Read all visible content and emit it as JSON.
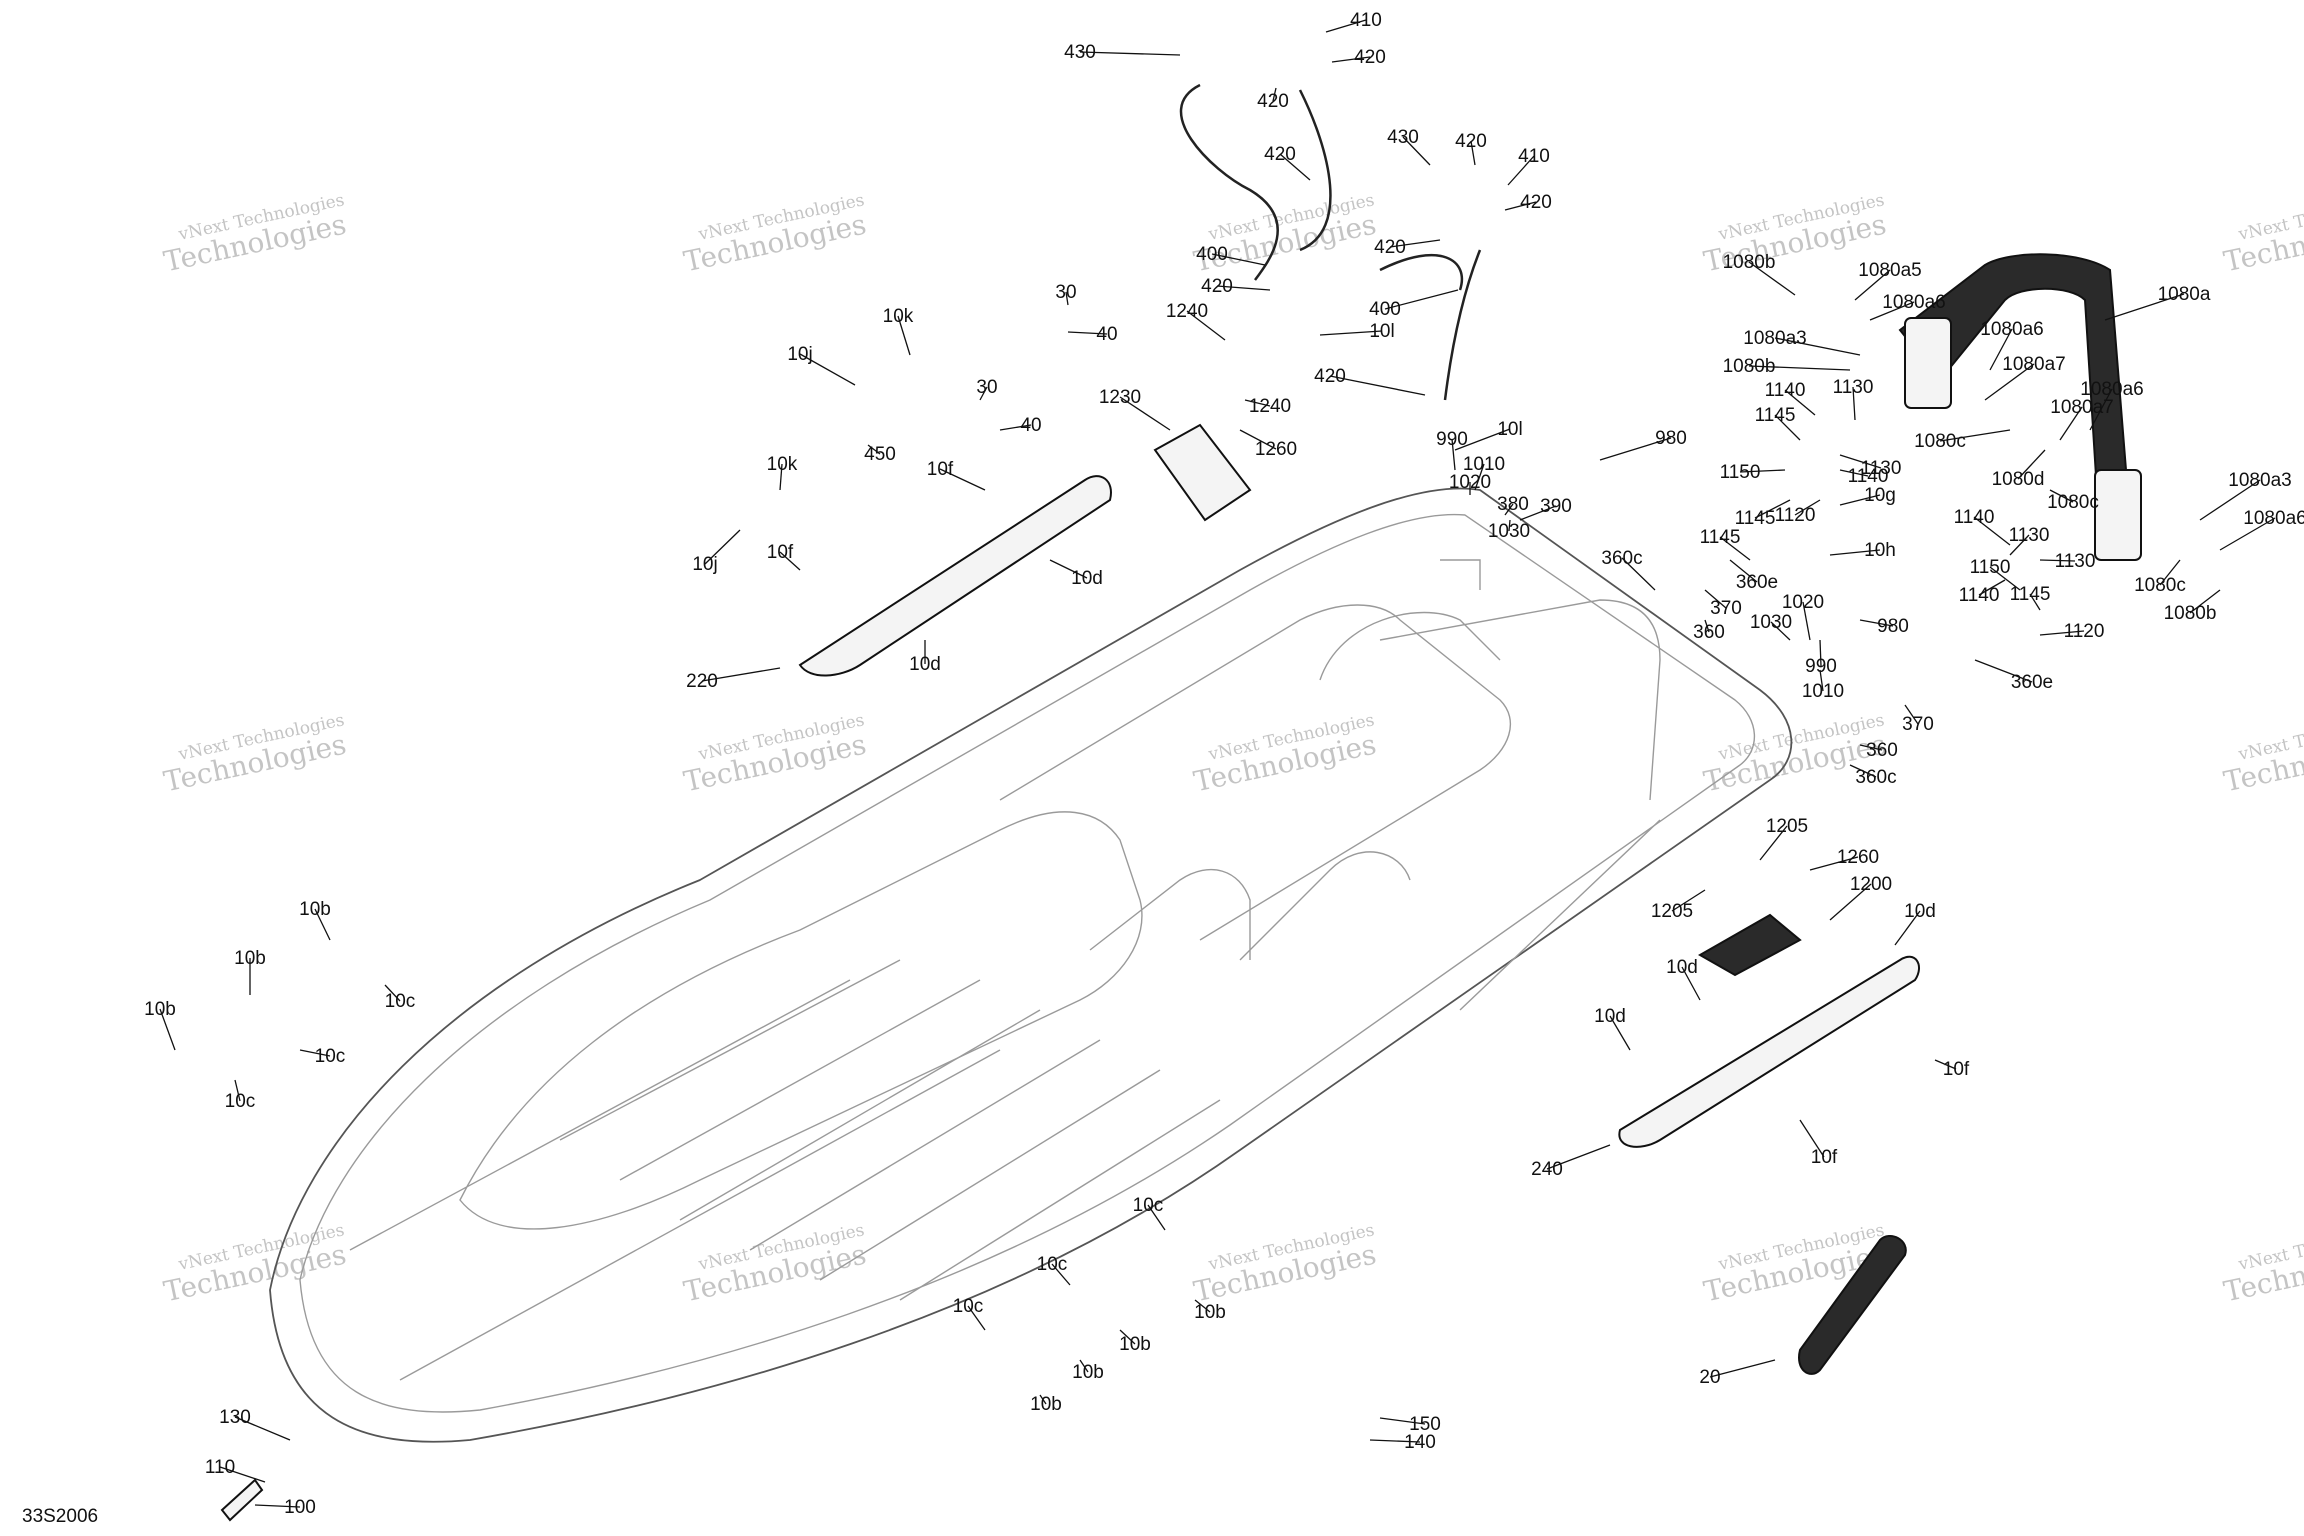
{
  "diagram_id": "33S2006",
  "watermark": {
    "line1": "vNext Technologies",
    "line2": "Technologies"
  },
  "callouts": [
    {
      "label": "430"
    },
    {
      "label": "410"
    },
    {
      "label": "420"
    },
    {
      "label": "420"
    },
    {
      "label": "420"
    },
    {
      "label": "430"
    },
    {
      "label": "420"
    },
    {
      "label": "410"
    },
    {
      "label": "420"
    },
    {
      "label": "420"
    },
    {
      "label": "400"
    },
    {
      "label": "420"
    },
    {
      "label": "400"
    },
    {
      "label": "10l"
    },
    {
      "label": "420"
    },
    {
      "label": "10l"
    },
    {
      "label": "1240"
    },
    {
      "label": "1240"
    },
    {
      "label": "1230"
    },
    {
      "label": "1260"
    },
    {
      "label": "30"
    },
    {
      "label": "40"
    },
    {
      "label": "30"
    },
    {
      "label": "40"
    },
    {
      "label": "10k"
    },
    {
      "label": "10j"
    },
    {
      "label": "450"
    },
    {
      "label": "10k"
    },
    {
      "label": "10j"
    },
    {
      "label": "10f"
    },
    {
      "label": "10f"
    },
    {
      "label": "10d"
    },
    {
      "label": "10d"
    },
    {
      "label": "220"
    },
    {
      "label": "980"
    },
    {
      "label": "990"
    },
    {
      "label": "1010"
    },
    {
      "label": "1020"
    },
    {
      "label": "380"
    },
    {
      "label": "390"
    },
    {
      "label": "1030"
    },
    {
      "label": "360c"
    },
    {
      "label": "360e"
    },
    {
      "label": "370"
    },
    {
      "label": "360"
    },
    {
      "label": "1030"
    },
    {
      "label": "1020"
    },
    {
      "label": "990"
    },
    {
      "label": "980"
    },
    {
      "label": "1010"
    },
    {
      "label": "360e"
    },
    {
      "label": "370"
    },
    {
      "label": "360"
    },
    {
      "label": "360c"
    },
    {
      "label": "1080b"
    },
    {
      "label": "1080a5"
    },
    {
      "label": "1080a6"
    },
    {
      "label": "1080a3"
    },
    {
      "label": "1080b"
    },
    {
      "label": "1080a"
    },
    {
      "label": "1080a6"
    },
    {
      "label": "1080a7"
    },
    {
      "label": "1080a6"
    },
    {
      "label": "1080a7"
    },
    {
      "label": "1080c"
    },
    {
      "label": "1080d"
    },
    {
      "label": "1080c"
    },
    {
      "label": "1080a3"
    },
    {
      "label": "1080a6"
    },
    {
      "label": "1080c"
    },
    {
      "label": "1080b"
    },
    {
      "label": "1140"
    },
    {
      "label": "1130"
    },
    {
      "label": "1145"
    },
    {
      "label": "1130"
    },
    {
      "label": "1150"
    },
    {
      "label": "1140"
    },
    {
      "label": "1145"
    },
    {
      "label": "1120"
    },
    {
      "label": "10g"
    },
    {
      "label": "10h"
    },
    {
      "label": "1145"
    },
    {
      "label": "1140"
    },
    {
      "label": "1130"
    },
    {
      "label": "1130"
    },
    {
      "label": "1150"
    },
    {
      "label": "1140"
    },
    {
      "label": "1145"
    },
    {
      "label": "1120"
    },
    {
      "label": "1205"
    },
    {
      "label": "1260"
    },
    {
      "label": "1205"
    },
    {
      "label": "1200"
    },
    {
      "label": "10d"
    },
    {
      "label": "10d"
    },
    {
      "label": "10d"
    },
    {
      "label": "10f"
    },
    {
      "label": "10f"
    },
    {
      "label": "240"
    },
    {
      "label": "10b"
    },
    {
      "label": "10b"
    },
    {
      "label": "10b"
    },
    {
      "label": "10c"
    },
    {
      "label": "10c"
    },
    {
      "label": "10c"
    },
    {
      "label": "10c"
    },
    {
      "label": "10c"
    },
    {
      "label": "10c"
    },
    {
      "label": "10b"
    },
    {
      "label": "10b"
    },
    {
      "label": "10b"
    },
    {
      "label": "10b"
    },
    {
      "label": "20"
    },
    {
      "label": "130"
    },
    {
      "label": "150"
    },
    {
      "label": "140"
    },
    {
      "label": "110"
    },
    {
      "label": "100"
    }
  ]
}
